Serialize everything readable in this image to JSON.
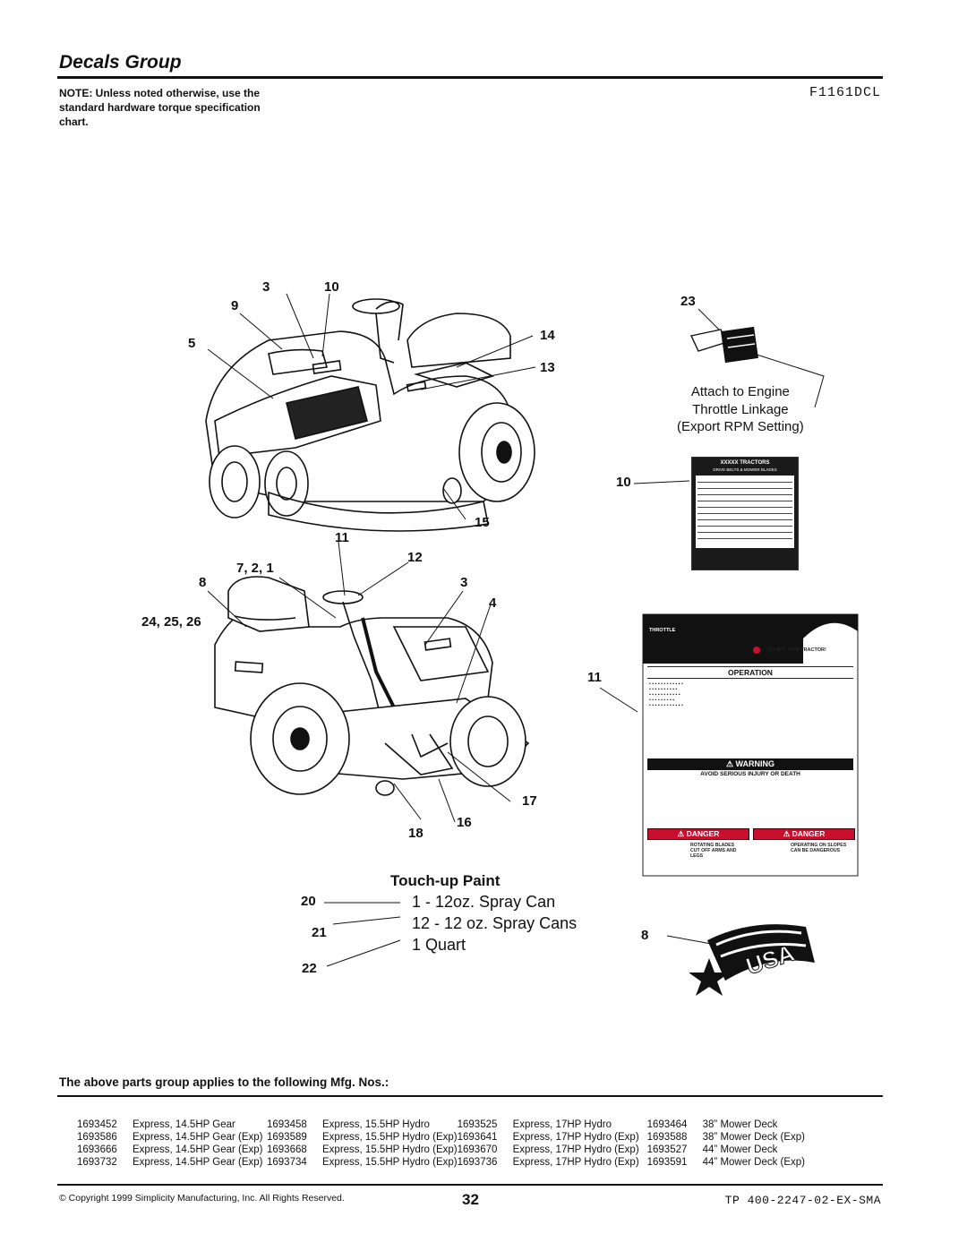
{
  "header": {
    "title": "Decals Group",
    "model_code": "F1161DCL",
    "note": "NOTE: Unless noted otherwise, use the standard hardware torque specification chart."
  },
  "callouts": {
    "c3": "3",
    "c10a": "10",
    "c9": "9",
    "c5": "5",
    "c14": "14",
    "c13": "13",
    "c23": "23",
    "c10b": "10",
    "c15": "15",
    "c11a": "11",
    "c721": "7, 2, 1",
    "c12": "12",
    "c8a": "8",
    "c3b": "3",
    "c4": "4",
    "c242526": "24, 25, 26",
    "c11b": "11",
    "c17": "17",
    "c18": "18",
    "c16": "16",
    "c20": "20",
    "c21": "21",
    "c22": "22",
    "c8b": "8"
  },
  "attach_note": [
    "Attach to Engine",
    "Throttle Linkage",
    "(Export RPM Setting)"
  ],
  "touch_up": {
    "title": "Touch-up Paint",
    "items": [
      "1 - 12oz. Spray Can",
      "12 - 12 oz. Spray Cans",
      "1 Quart"
    ]
  },
  "belt_decal": {
    "title": "XXXXX TRACTORS",
    "subtitle": "DRIVE BELTS & MOWER BLADES"
  },
  "operation_decal": {
    "throttle": "THROTTLE",
    "no_tow": "DO NOT TOW TRACTOR!",
    "operation": "OPERATION",
    "warning": "WARNING",
    "avoid": "AVOID SERIOUS INJURY OR DEATH",
    "danger_left": "DANGER",
    "danger_right": "DANGER",
    "rotating": "ROTATING BLADES CUT OFF ARMS AND LEGS",
    "slopes": "OPERATING ON SLOPES CAN BE DANGEROUS"
  },
  "usa_decal": {
    "text": "USA"
  },
  "applies_heading": "The above parts group applies to the following Mfg. Nos.:",
  "mfg_rows": [
    [
      "1693452",
      "Express, 14.5HP Gear",
      "1693458",
      "Express, 15.5HP Hydro",
      "1693525",
      "Express, 17HP Hydro",
      "1693464",
      "38” Mower Deck"
    ],
    [
      "1693586",
      "Express, 14.5HP Gear (Exp)",
      "1693589",
      "Express, 15.5HP Hydro (Exp)",
      "1693641",
      "Express, 17HP Hydro (Exp)",
      "1693588",
      "38” Mower Deck (Exp)"
    ],
    [
      "1693666",
      "Express, 14.5HP Gear (Exp)",
      "1693668",
      "Express, 15.5HP Hydro (Exp)",
      "1693670",
      "Express, 17HP Hydro (Exp)",
      "1693527",
      "44” Mower Deck"
    ],
    [
      "1693732",
      "Express, 14.5HP Gear (Exp)",
      "1693734",
      "Express, 15.5HP Hydro (Exp)",
      "1693736",
      "Express, 17HP Hydro (Exp)",
      "1693591",
      "44” Mower Deck (Exp)"
    ]
  ],
  "footer": {
    "copyright": "© Copyright 1999 Simplicity Manufacturing, Inc. All Rights Reserved.",
    "page_number": "32",
    "doc_code": "TP 400-2247-02-EX-SMA"
  }
}
